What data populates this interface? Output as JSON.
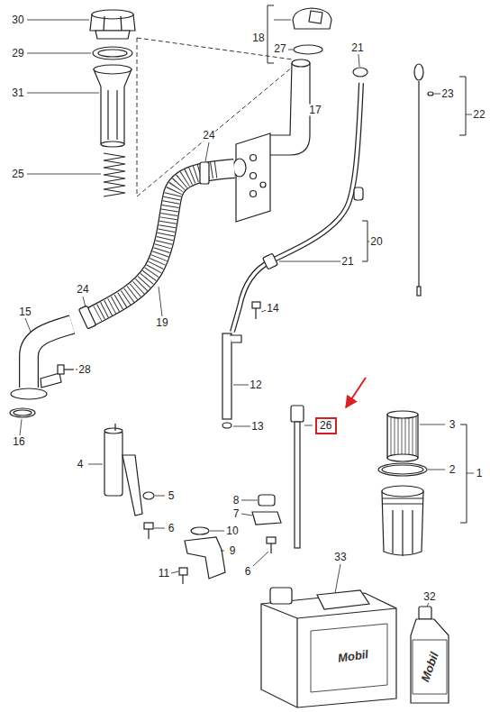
{
  "diagram": {
    "nodes": [
      {
        "text": [
          "26"
        ]
      }
    ],
    "labels": [
      "30",
      "29",
      "31",
      "25",
      "18",
      "27",
      "17",
      "24",
      "19",
      "24",
      "15",
      "16",
      "28",
      "14",
      "21",
      "22",
      "23",
      "20",
      "21",
      "12",
      "13",
      "4",
      "5",
      "6",
      "8",
      "7",
      "10",
      "9",
      "11",
      "6",
      "3",
      "2",
      "1",
      "33",
      "32",
      "Mobil",
      "Mobil"
    ]
  }
}
